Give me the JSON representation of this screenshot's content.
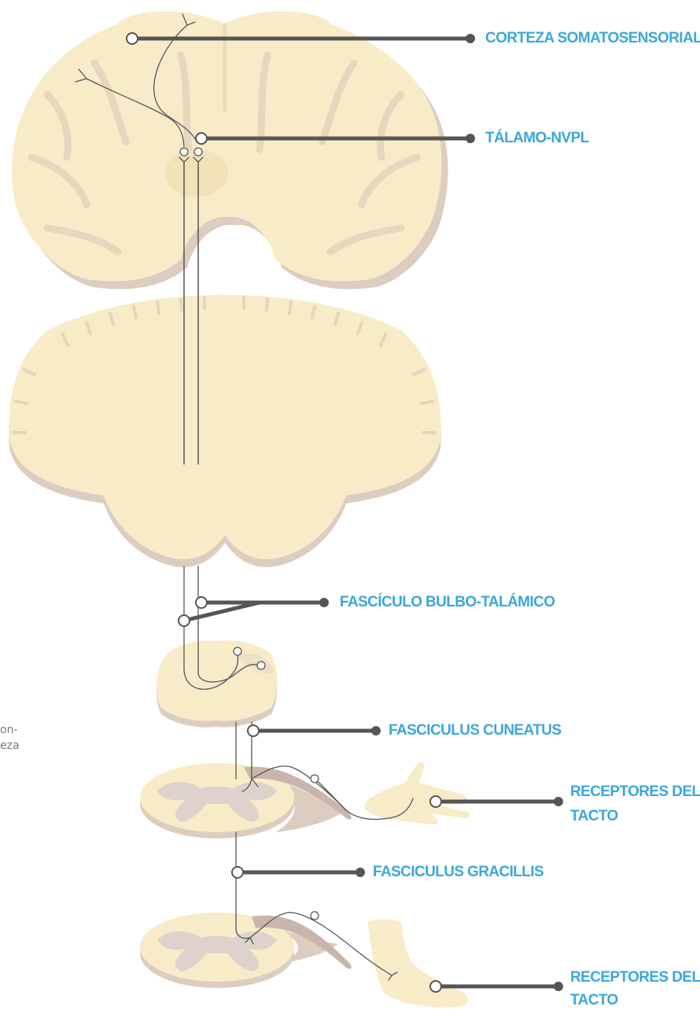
{
  "labels": {
    "corteza": "CORTEZA SOMATOSENSORIAL",
    "talamo": "TÁLAMO-NVPL",
    "bulbo_talamico": "FASCÍCULO BULBO-TALÁMICO",
    "cuneatus": "FASCICULUS CUNEATUS",
    "receptores_mano_1": "RECEPTORES DEL",
    "receptores_mano_2": "TACTO",
    "gracillis": "FASCICULUS GRACILLIS",
    "receptores_pie_1": "RECEPTORES DEL",
    "receptores_pie_2": "TACTO"
  },
  "cutoff_text": {
    "line1": "on-",
    "line2": "eza"
  },
  "colors": {
    "tissue": "#f8ebc8",
    "tissue_shadow": "#dccdc0",
    "grey_matter": "#ddd2cc",
    "nerve": "#555555",
    "leader": "#555555",
    "label": "#3aa7dc"
  }
}
